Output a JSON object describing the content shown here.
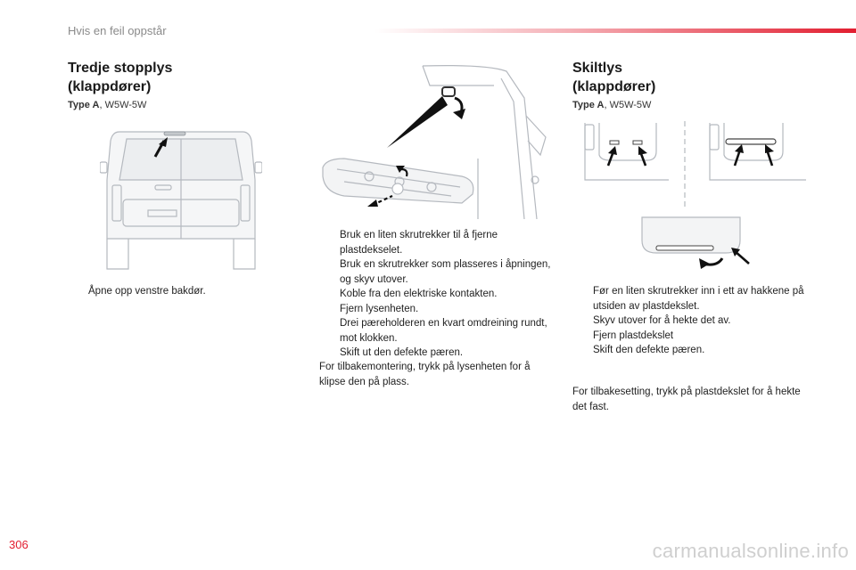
{
  "header": {
    "title": "Hvis en feil oppstår"
  },
  "left": {
    "heading_line1": "Tredje stopplys",
    "heading_line2": "(klappdører)",
    "type_label": "Type A",
    "type_value": ", W5W-5W",
    "bullet_symbol": "",
    "steps": [
      "Åpne opp venstre bakdør."
    ]
  },
  "middle": {
    "bullet_symbol": "",
    "steps": [
      "Bruk en liten skrutrekker til å fjerne plastdekselet.",
      "Bruk en skrutrekker som plasseres i åpningen, og skyv utover.",
      "Koble fra den elektriske kontakten.",
      "Fjern lysenheten.",
      "Drei pæreholderen en kvart omdreining rundt, mot klokken.",
      "Skift ut den defekte pæren."
    ],
    "note": "For tilbakemontering, trykk på lysenheten for å klipse den på plass."
  },
  "right": {
    "heading_line1": "Skiltlys",
    "heading_line2": "(klappdører)",
    "type_label": "Type A",
    "type_value": ", W5W-5W",
    "bullet_symbol": "",
    "steps": [
      "Før en liten skrutrekker inn i ett av hakkene på utsiden av plastdekslet.",
      "Skyv utover for å hekte det av.",
      "Fjern plastdekslet",
      "Skift den defekte pæren."
    ],
    "note": "For tilbakesetting, trykk på plastdekslet for å hekte det fast."
  },
  "footer": {
    "page_number": "306",
    "watermark": "carmanualsonline.info"
  },
  "colors": {
    "accent": "#e21e30",
    "line": "#b5b9bf",
    "fill": "#eef0f2"
  }
}
